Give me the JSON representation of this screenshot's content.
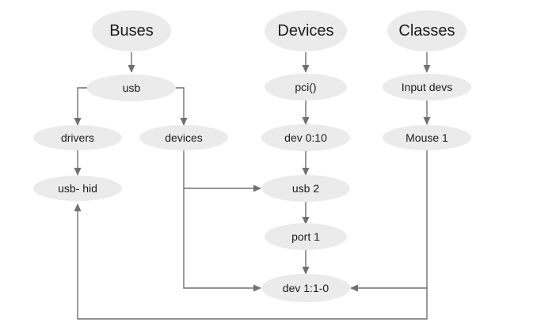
{
  "diagram": {
    "headers": {
      "buses": "Buses",
      "devices": "Devices",
      "classes": "Classes"
    },
    "nodes": {
      "usb": "usb",
      "drivers": "drivers",
      "devices_dir": "devices",
      "usb_hid": "usb- hid",
      "pci": "pci()",
      "dev_0_10": "dev 0:10",
      "usb_2": "usb 2",
      "port_1": "port 1",
      "dev_1_1_0": "dev 1:1-0",
      "input_devs": "Input devs",
      "mouse_1": "Mouse 1"
    },
    "colors": {
      "node_fill": "#ebebeb",
      "edge": "#707070",
      "text": "#1c1c1c"
    }
  }
}
